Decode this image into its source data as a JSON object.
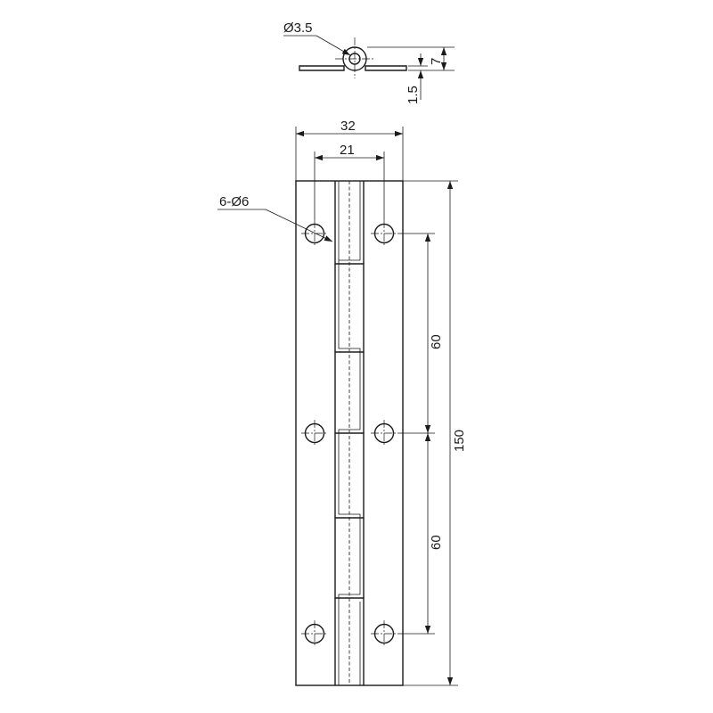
{
  "side_view": {
    "pin_diameter": "Ø3.5",
    "knuckle_height": "7",
    "leaf_thickness": "1.5"
  },
  "front_view": {
    "overall_width": "32",
    "hole_spacing_width": "21",
    "holes_callout": "6-Ø6",
    "hole_pitch_upper": "60",
    "hole_pitch_lower": "60",
    "overall_length": "150"
  },
  "colors": {
    "line": "#1a1a1a",
    "background": "#ffffff"
  }
}
